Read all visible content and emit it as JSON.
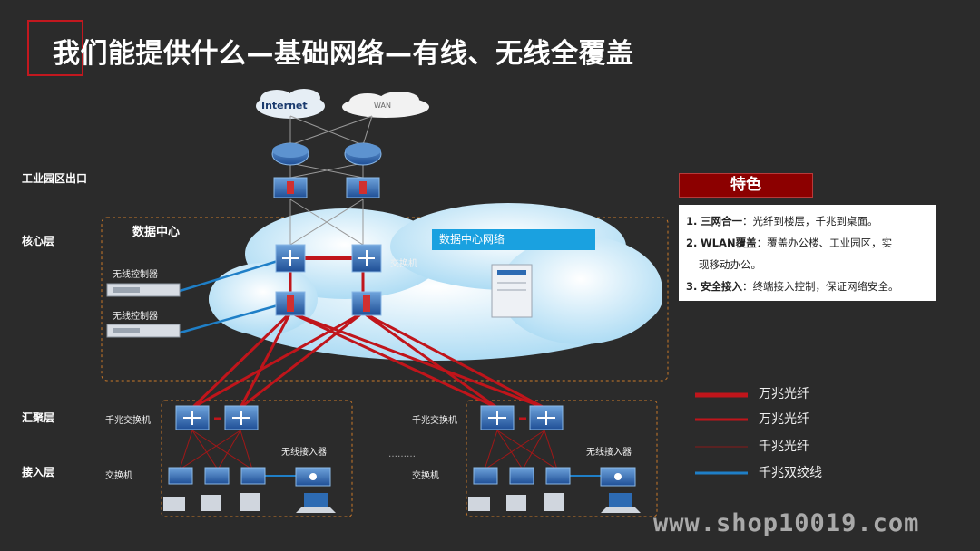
{
  "header": {
    "title": "我们能提供什么—基础网络—有线、无线全覆盖"
  },
  "layers": {
    "exit": "工业园区出口",
    "core": "核心层",
    "aggregation": "汇聚层",
    "access": "接入层"
  },
  "clouds": {
    "internet": "Internet",
    "wan": "WAN"
  },
  "datacenter": {
    "title": "数据中心",
    "network_label": "数据中心网络",
    "controller_1": "无线控制器",
    "controller_2": "无线控制器",
    "switch_label": "交换机"
  },
  "branches": {
    "agg_switch_left": "千兆交换机",
    "agg_switch_right": "千兆交换机",
    "ap_left": "无线接入器",
    "ap_right": "无线接入器",
    "access_left": "交换机",
    "access_right": "交换机",
    "ellipsis": "………"
  },
  "features": {
    "heading": "特色",
    "items": [
      {
        "num": "1.",
        "title": "三网合一",
        "text": "：光纤到楼层，千兆到桌面。"
      },
      {
        "num": "2.",
        "title": "WLAN覆盖",
        "text": "：覆盖办公楼、工业园区，实"
      },
      {
        "num": "",
        "title": "",
        "text": "现移动办公。"
      },
      {
        "num": "3.",
        "title": "安全接入",
        "text": "：终端接入控制，保证网络安全。"
      }
    ]
  },
  "legend": [
    {
      "label": "万兆光纤",
      "color": "#c0151b",
      "weight": "thick"
    },
    {
      "label": "万兆光纤",
      "color": "#c0151b",
      "weight": "medium"
    },
    {
      "label": "千兆光纤",
      "color": "#8a1a1a",
      "weight": "thin"
    },
    {
      "label": "千兆双绞线",
      "color": "#1f7fc7",
      "weight": "medium"
    }
  ],
  "watermark": "www.shop10019.com",
  "colors": {
    "accent_red": "#c2181f",
    "cloud_blue": "#c8e8f8",
    "data_blue": "#1aa1e0",
    "device_blue": "#2d6bb3"
  }
}
